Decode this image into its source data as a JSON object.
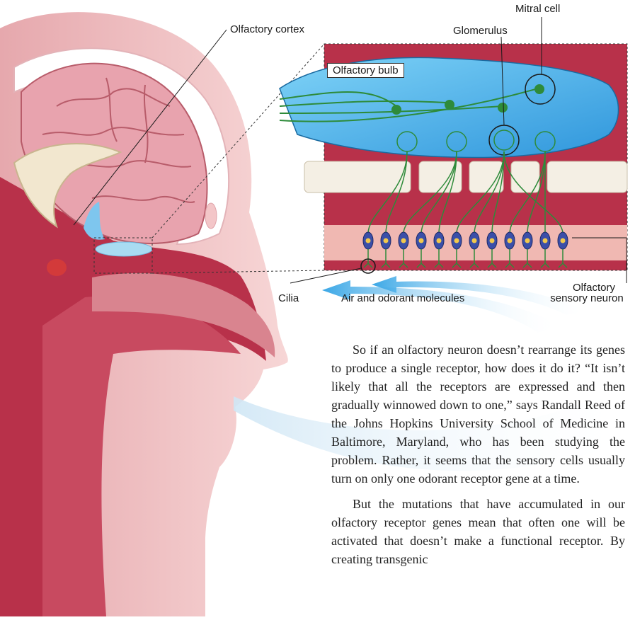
{
  "labels": {
    "olfactory_cortex": "Olfactory cortex",
    "mitral_cell": "Mitral cell",
    "glomerulus": "Glomerulus",
    "olfactory_bulb": "Olfactory bulb",
    "cilia": "Cilia",
    "air_and_odorant": "Air and odorant molecules",
    "sensory_neuron_line1": "Olfactory",
    "sensory_neuron_line2": "sensory neuron"
  },
  "article": {
    "paragraph_1": "So if an olfactory neuron doesn’t rearrange its genes to produce a single receptor, how does it do it? “It isn’t likely that all the receptors are expressed and then gradually winnowed down to one,” says Randall Reed of the Johns Hopkins University School of Medicine in Baltimore, Maryland, who has been studying the problem. Rather, it seems that the sensory cells usually turn on only one odorant receptor gene at a time.",
    "paragraph_2": "But the mutations that have accumulated in our olfactory receptor genes mean that often one will be activated that doesn’t make a functional receptor. By creating transgenic"
  },
  "colors": {
    "tissue": "#b8314a",
    "skin": "#f3c6c8",
    "brain": "#e8a3ae",
    "bulb_blue": "#3fa9e6",
    "neuron_green": "#2e8b3a",
    "bone": "#f4efe4",
    "air_arrow": "#39a6e5"
  }
}
